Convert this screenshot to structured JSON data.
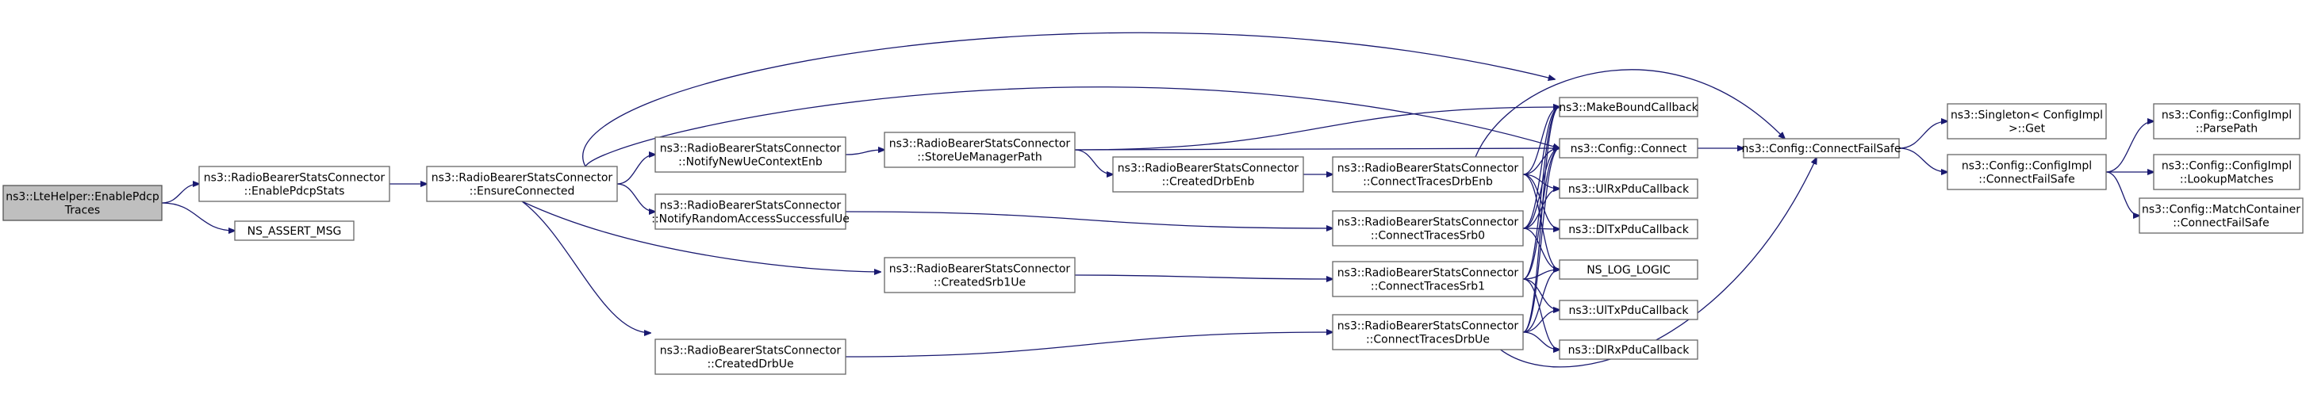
{
  "diagram": {
    "nodes": [
      {
        "id": "root",
        "lines": [
          "ns3::LteHelper::EnablePdcp",
          "Traces"
        ],
        "highlight": true
      },
      {
        "id": "enable",
        "lines": [
          "ns3::RadioBearerStatsConnector",
          "::EnablePdcpStats"
        ]
      },
      {
        "id": "nsassert",
        "lines": [
          "NS_ASSERT_MSG"
        ]
      },
      {
        "id": "ensure",
        "lines": [
          "ns3::RadioBearerStatsConnector",
          "::EnsureConnected"
        ]
      },
      {
        "id": "notifynew",
        "lines": [
          "ns3::RadioBearerStatsConnector",
          "::NotifyNewUeContextEnb"
        ]
      },
      {
        "id": "notifyrandom",
        "lines": [
          "ns3::RadioBearerStatsConnector",
          "::NotifyRandomAccessSuccessfulUe"
        ]
      },
      {
        "id": "createddrbue",
        "lines": [
          "ns3::RadioBearerStatsConnector",
          "::CreatedDrbUe"
        ]
      },
      {
        "id": "storeue",
        "lines": [
          "ns3::RadioBearerStatsConnector",
          "::StoreUeManagerPath"
        ]
      },
      {
        "id": "createdsrb1",
        "lines": [
          "ns3::RadioBearerStatsConnector",
          "::CreatedSrb1Ue"
        ]
      },
      {
        "id": "createddrbenb",
        "lines": [
          "ns3::RadioBearerStatsConnector",
          "::CreatedDrbEnb"
        ]
      },
      {
        "id": "ctdrbenb",
        "lines": [
          "ns3::RadioBearerStatsConnector",
          "::ConnectTracesDrbEnb"
        ]
      },
      {
        "id": "ctsrb0",
        "lines": [
          "ns3::RadioBearerStatsConnector",
          "::ConnectTracesSrb0"
        ]
      },
      {
        "id": "ctsrb1",
        "lines": [
          "ns3::RadioBearerStatsConnector",
          "::ConnectTracesSrb1"
        ]
      },
      {
        "id": "ctdrbue",
        "lines": [
          "ns3::RadioBearerStatsConnector",
          "::ConnectTracesDrbUe"
        ]
      },
      {
        "id": "makebound",
        "lines": [
          "ns3::MakeBoundCallback"
        ]
      },
      {
        "id": "connect",
        "lines": [
          "ns3::Config::Connect"
        ]
      },
      {
        "id": "ulrx",
        "lines": [
          "ns3::UlRxPduCallback"
        ]
      },
      {
        "id": "dltx",
        "lines": [
          "ns3::DlTxPduCallback"
        ]
      },
      {
        "id": "nslog",
        "lines": [
          "NS_LOG_LOGIC"
        ]
      },
      {
        "id": "ultx",
        "lines": [
          "ns3::UlTxPduCallback"
        ]
      },
      {
        "id": "dlrx",
        "lines": [
          "ns3::DlRxPduCallback"
        ]
      },
      {
        "id": "connectfailsafe",
        "lines": [
          "ns3::Config::ConnectFailSafe"
        ]
      },
      {
        "id": "singleton",
        "lines": [
          "ns3::Singleton< ConfigImpl",
          " >::Get"
        ]
      },
      {
        "id": "cimplcfs",
        "lines": [
          "ns3::Config::ConfigImpl",
          "::ConnectFailSafe"
        ]
      },
      {
        "id": "parsepath",
        "lines": [
          "ns3::Config::ConfigImpl",
          "::ParsePath"
        ]
      },
      {
        "id": "lookup",
        "lines": [
          "ns3::Config::ConfigImpl",
          "::LookupMatches"
        ]
      },
      {
        "id": "matchcontainer",
        "lines": [
          "ns3::Config::MatchContainer",
          "::ConnectFailSafe"
        ]
      }
    ],
    "edges": [
      {
        "from": "root",
        "to": "enable"
      },
      {
        "from": "root",
        "to": "nsassert"
      },
      {
        "from": "enable",
        "to": "ensure"
      },
      {
        "from": "ensure",
        "to": "notifynew"
      },
      {
        "from": "ensure",
        "to": "notifyrandom"
      },
      {
        "from": "ensure",
        "to": "createdsrb1"
      },
      {
        "from": "ensure",
        "to": "createddrbue"
      },
      {
        "from": "ensure",
        "to": "makebound"
      },
      {
        "from": "ensure",
        "to": "connect"
      },
      {
        "from": "notifynew",
        "to": "storeue"
      },
      {
        "from": "notifyrandom",
        "to": "ctsrb0"
      },
      {
        "from": "createddrbue",
        "to": "ctdrbue"
      },
      {
        "from": "storeue",
        "to": "createddrbenb"
      },
      {
        "from": "storeue",
        "to": "makebound"
      },
      {
        "from": "storeue",
        "to": "connect"
      },
      {
        "from": "createdsrb1",
        "to": "ctsrb1"
      },
      {
        "from": "createddrbenb",
        "to": "ctdrbenb"
      },
      {
        "from": "ctdrbenb",
        "to": "connectfailsafe"
      },
      {
        "from": "ctdrbenb",
        "to": "makebound"
      },
      {
        "from": "ctdrbenb",
        "to": "connect"
      },
      {
        "from": "ctdrbenb",
        "to": "ulrx"
      },
      {
        "from": "ctdrbenb",
        "to": "dltx"
      },
      {
        "from": "ctdrbenb",
        "to": "nslog"
      },
      {
        "from": "ctsrb0",
        "to": "makebound"
      },
      {
        "from": "ctsrb0",
        "to": "connect"
      },
      {
        "from": "ctsrb0",
        "to": "ulrx"
      },
      {
        "from": "ctsrb0",
        "to": "dltx"
      },
      {
        "from": "ctsrb0",
        "to": "nslog"
      },
      {
        "from": "ctsrb1",
        "to": "makebound"
      },
      {
        "from": "ctsrb1",
        "to": "connect"
      },
      {
        "from": "ctsrb1",
        "to": "nslog"
      },
      {
        "from": "ctsrb1",
        "to": "ultx"
      },
      {
        "from": "ctsrb1",
        "to": "dlrx"
      },
      {
        "from": "ctdrbue",
        "to": "connectfailsafe"
      },
      {
        "from": "ctdrbue",
        "to": "makebound"
      },
      {
        "from": "ctdrbue",
        "to": "connect"
      },
      {
        "from": "ctdrbue",
        "to": "nslog"
      },
      {
        "from": "ctdrbue",
        "to": "ultx"
      },
      {
        "from": "ctdrbue",
        "to": "dlrx"
      },
      {
        "from": "connect",
        "to": "connectfailsafe"
      },
      {
        "from": "connectfailsafe",
        "to": "singleton"
      },
      {
        "from": "connectfailsafe",
        "to": "cimplcfs"
      },
      {
        "from": "cimplcfs",
        "to": "parsepath"
      },
      {
        "from": "cimplcfs",
        "to": "lookup"
      },
      {
        "from": "cimplcfs",
        "to": "matchcontainer"
      }
    ]
  }
}
